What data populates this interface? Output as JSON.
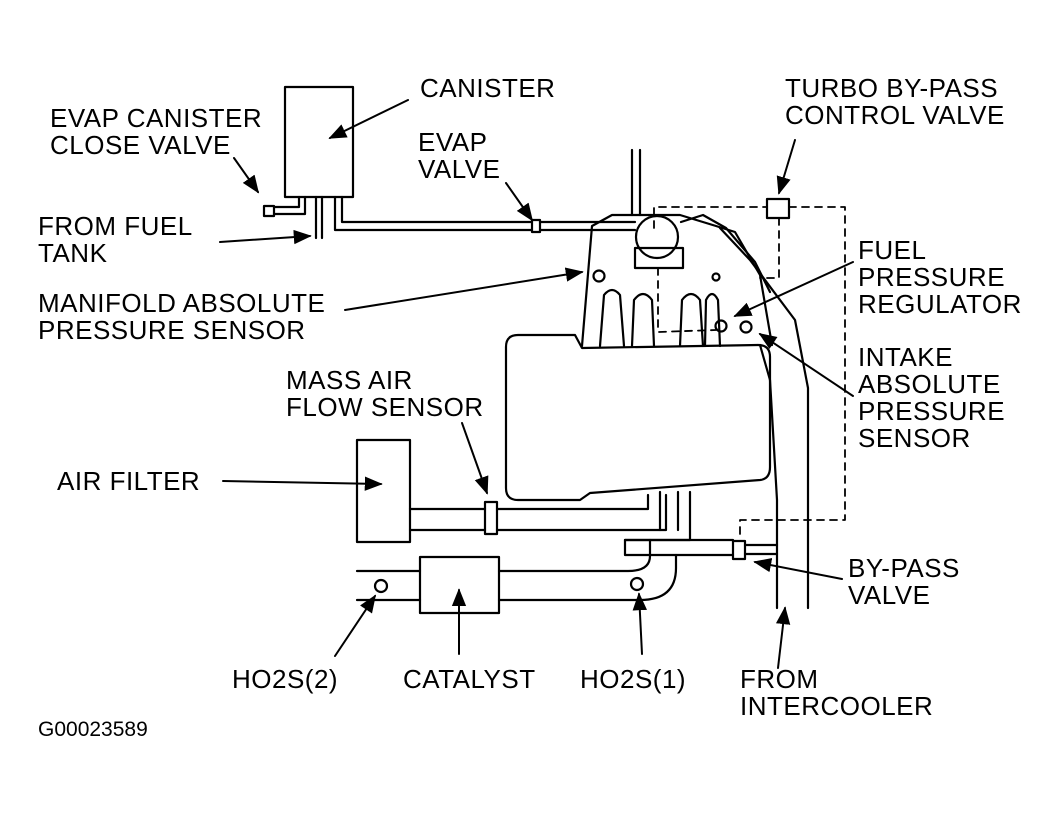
{
  "figure_id": "G00023589",
  "labels": {
    "canister": "CANISTER",
    "turbo_bypass": [
      "TURBO BY-PASS",
      "CONTROL VALVE"
    ],
    "evap_canister_close": [
      "EVAP CANISTER",
      "CLOSE VALVE"
    ],
    "evap_valve": [
      "EVAP",
      "VALVE"
    ],
    "from_fuel_tank": [
      "FROM FUEL",
      "TANK"
    ],
    "fuel_pressure_regulator": [
      "FUEL",
      "PRESSURE",
      "REGULATOR"
    ],
    "map_sensor": [
      "MANIFOLD ABSOLUTE",
      "PRESSURE SENSOR"
    ],
    "intake_abs_pressure": [
      "INTAKE",
      "ABSOLUTE",
      "PRESSURE",
      "SENSOR"
    ],
    "mass_air_flow": [
      "MASS AIR",
      "FLOW SENSOR"
    ],
    "air_filter": "AIR FILTER",
    "bypass_valve": [
      "BY-PASS",
      "VALVE"
    ],
    "ho2s2": "HO2S(2)",
    "catalyst": "CATALYST",
    "ho2s1": "HO2S(1)",
    "from_intercooler": [
      "FROM",
      "INTERCOOLER"
    ]
  }
}
